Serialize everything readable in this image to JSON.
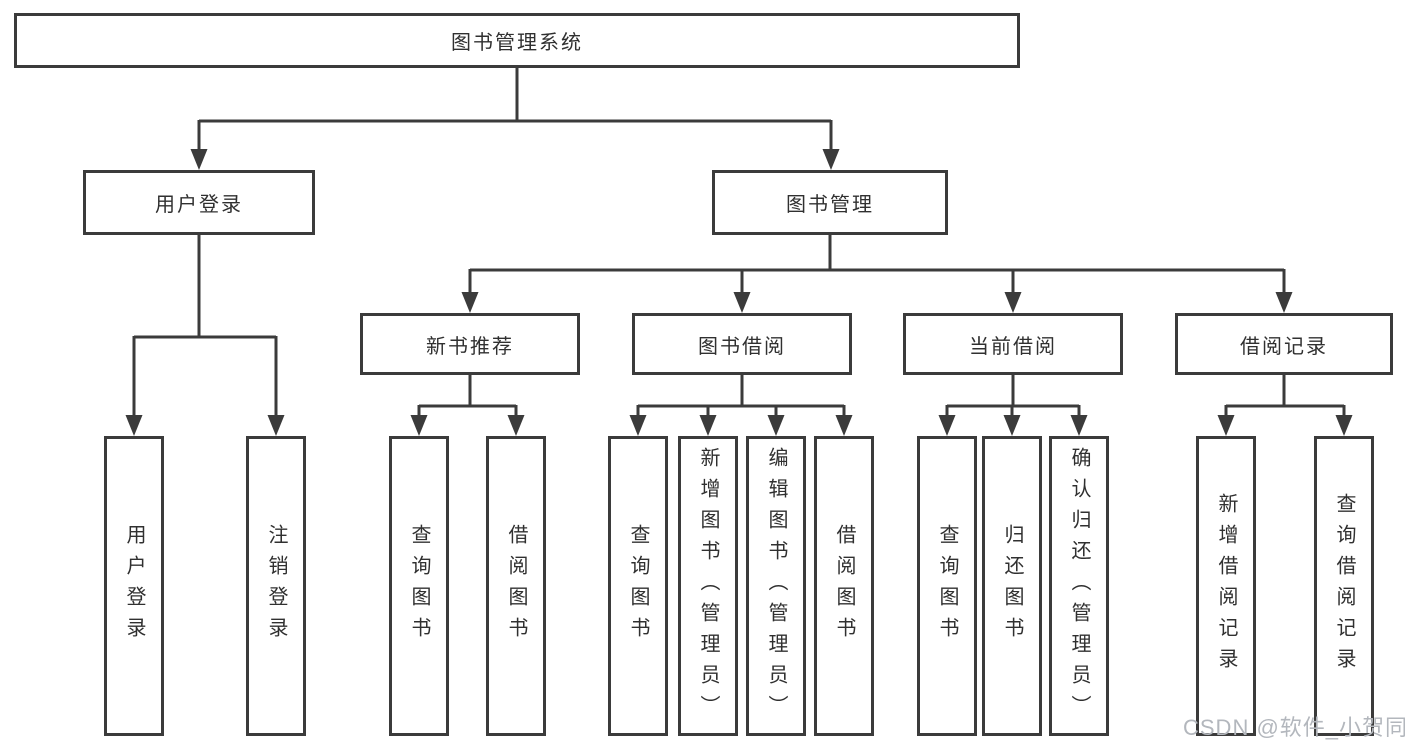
{
  "diagram": {
    "root": "图书管理系统",
    "level2": [
      "用户登录",
      "图书管理"
    ],
    "level3": [
      "新书推荐",
      "图书借阅",
      "当前借阅",
      "借阅记录"
    ],
    "leaves": {
      "user_login": [
        "用户登录",
        "注销登录"
      ],
      "new_book": [
        "查询图书",
        "借阅图书"
      ],
      "book_borrow": [
        "查询图书",
        "新增图书（管理员）",
        "编辑图书（管理员）",
        "借阅图书"
      ],
      "current_borrow": [
        "查询图书",
        "归还图书",
        "确认归还（管理员）"
      ],
      "borrow_records": [
        "新增借阅记录",
        "查询借阅记录"
      ]
    }
  },
  "watermark": "CSDN @软件_小贺同学",
  "colors": {
    "line": "#3b3b3b",
    "text": "#303030",
    "watermark": "#b3b7bd",
    "background": "#ffffff"
  }
}
